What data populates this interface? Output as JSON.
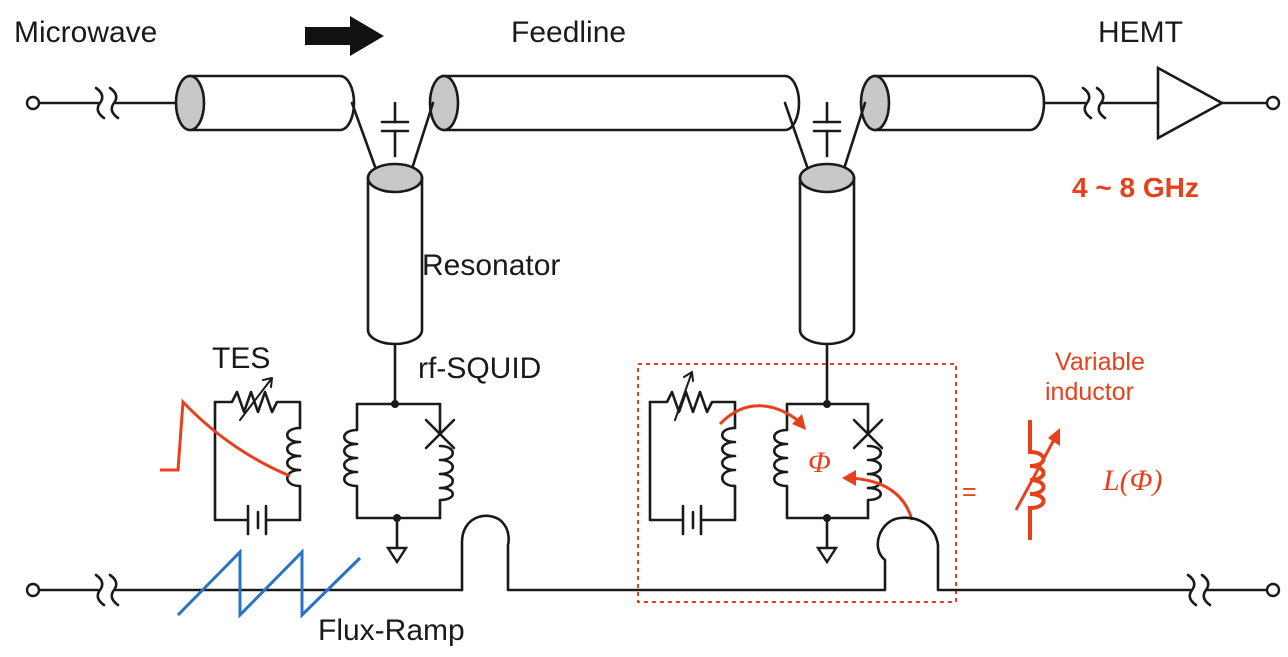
{
  "labels": {
    "microwave": "Microwave",
    "feedline": "Feedline",
    "hemt": "HEMT",
    "frequency": "4 ~ 8 GHz",
    "resonator": "Resonator",
    "tes": "TES",
    "rf_squid": "rf-SQUID",
    "variable_inductor_line1": "Variable",
    "variable_inductor_line2": "inductor",
    "inductance": "L(Φ)",
    "flux_symbol": "Φ",
    "equals": "=",
    "flux_ramp": "Flux-Ramp"
  },
  "colors": {
    "line": "#1a1a1a",
    "accent_red": "#e8401c",
    "ramp_blue": "#2a72c4",
    "cylinder_cap": "#c8c8c8"
  }
}
